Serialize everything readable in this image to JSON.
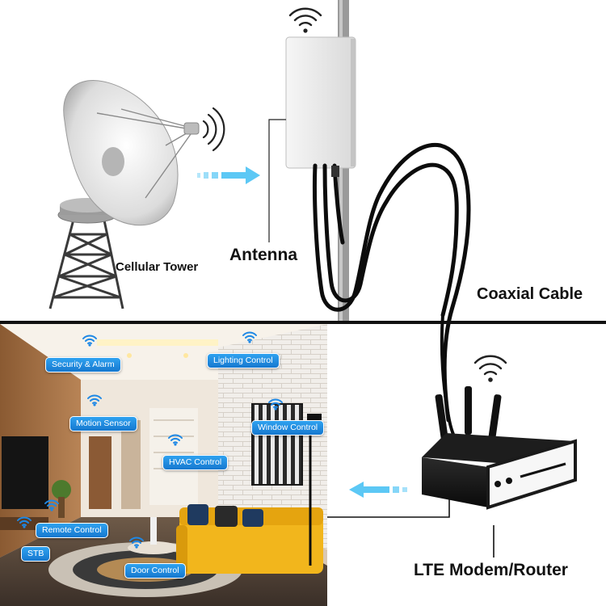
{
  "labels": {
    "cellular_tower": "Cellular Tower",
    "antenna": "Antenna",
    "coaxial_cable": "Coaxial Cable",
    "modem": "LTE Modem/Router"
  },
  "smart_home_chips": {
    "security": "Security & Alarm",
    "lighting": "Lighting Control",
    "motion": "Motion Sensor",
    "window": "Window Control",
    "hvac": "HVAC Control",
    "remote": "Remote Control",
    "stb": "STB",
    "door": "Door Control"
  },
  "colors": {
    "chip_blue": "#1e88e5",
    "signal_arrow": "#5cc8f5",
    "divider": "#111111",
    "sofa": "#f2b61c"
  },
  "icons": {
    "wave": "signal-waves-icon",
    "wifi": "wifi-icon"
  }
}
